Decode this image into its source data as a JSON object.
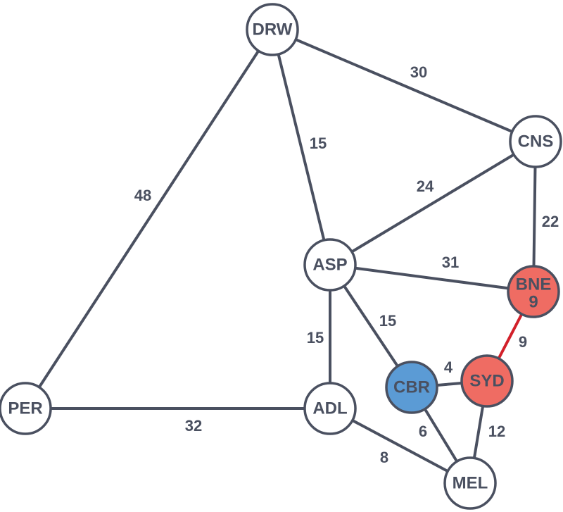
{
  "colors": {
    "stroke": "#4a5060",
    "default_fill": "#ffffff",
    "current_fill": "#5b9bd5",
    "visited_fill": "#ef6c63",
    "highlight_edge": "#d2202a"
  },
  "nodes": [
    {
      "id": "DRW",
      "label": "DRW",
      "sub": "",
      "state": "default"
    },
    {
      "id": "CNS",
      "label": "CNS",
      "sub": "",
      "state": "default"
    },
    {
      "id": "ASP",
      "label": "ASP",
      "sub": "",
      "state": "default"
    },
    {
      "id": "BNE",
      "label": "BNE",
      "sub": "9",
      "state": "visited"
    },
    {
      "id": "PER",
      "label": "PER",
      "sub": "",
      "state": "default"
    },
    {
      "id": "ADL",
      "label": "ADL",
      "sub": "",
      "state": "default"
    },
    {
      "id": "CBR",
      "label": "CBR",
      "sub": "",
      "state": "current"
    },
    {
      "id": "SYD",
      "label": "SYD",
      "sub": "",
      "state": "visited"
    },
    {
      "id": "MEL",
      "label": "MEL",
      "sub": "",
      "state": "default"
    }
  ],
  "edges": [
    {
      "from": "DRW",
      "to": "CNS",
      "weight": "30",
      "highlight": false
    },
    {
      "from": "DRW",
      "to": "ASP",
      "weight": "15",
      "highlight": false
    },
    {
      "from": "DRW",
      "to": "PER",
      "weight": "48",
      "highlight": false
    },
    {
      "from": "CNS",
      "to": "ASP",
      "weight": "24",
      "highlight": false
    },
    {
      "from": "CNS",
      "to": "BNE",
      "weight": "22",
      "highlight": false
    },
    {
      "from": "ASP",
      "to": "BNE",
      "weight": "31",
      "highlight": false
    },
    {
      "from": "ASP",
      "to": "ADL",
      "weight": "15",
      "highlight": false
    },
    {
      "from": "ASP",
      "to": "CBR",
      "weight": "15",
      "highlight": false
    },
    {
      "from": "BNE",
      "to": "SYD",
      "weight": "9",
      "highlight": true
    },
    {
      "from": "CBR",
      "to": "SYD",
      "weight": "4",
      "highlight": false
    },
    {
      "from": "PER",
      "to": "ADL",
      "weight": "32",
      "highlight": false
    },
    {
      "from": "ADL",
      "to": "MEL",
      "weight": "8",
      "highlight": false
    },
    {
      "from": "CBR",
      "to": "MEL",
      "weight": "6",
      "highlight": false
    },
    {
      "from": "SYD",
      "to": "MEL",
      "weight": "12",
      "highlight": false
    }
  ]
}
